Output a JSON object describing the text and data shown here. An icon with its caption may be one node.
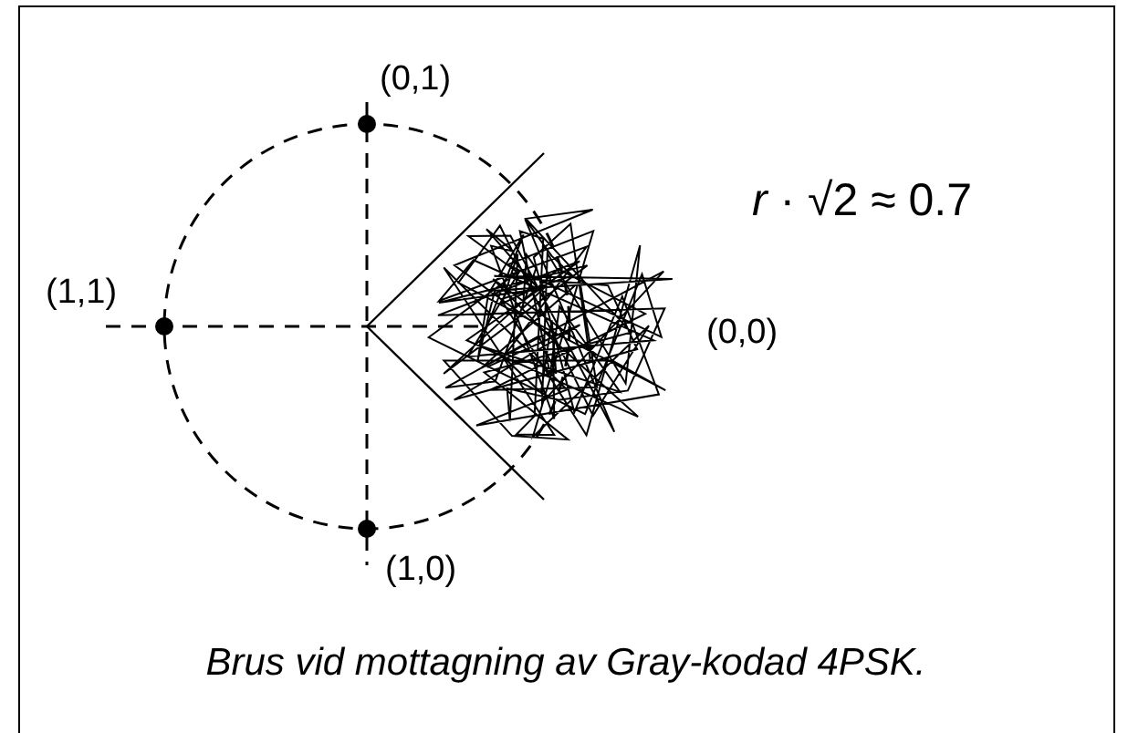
{
  "diagram": {
    "caption": "Brus vid mottagning av Gray-kodad 4PSK.",
    "labels": [
      "(0,1)",
      "*r* · √2 ≈ 0.7",
      "(1,1)",
      "(0,0)",
      "(1,0)"
    ]
  }
}
